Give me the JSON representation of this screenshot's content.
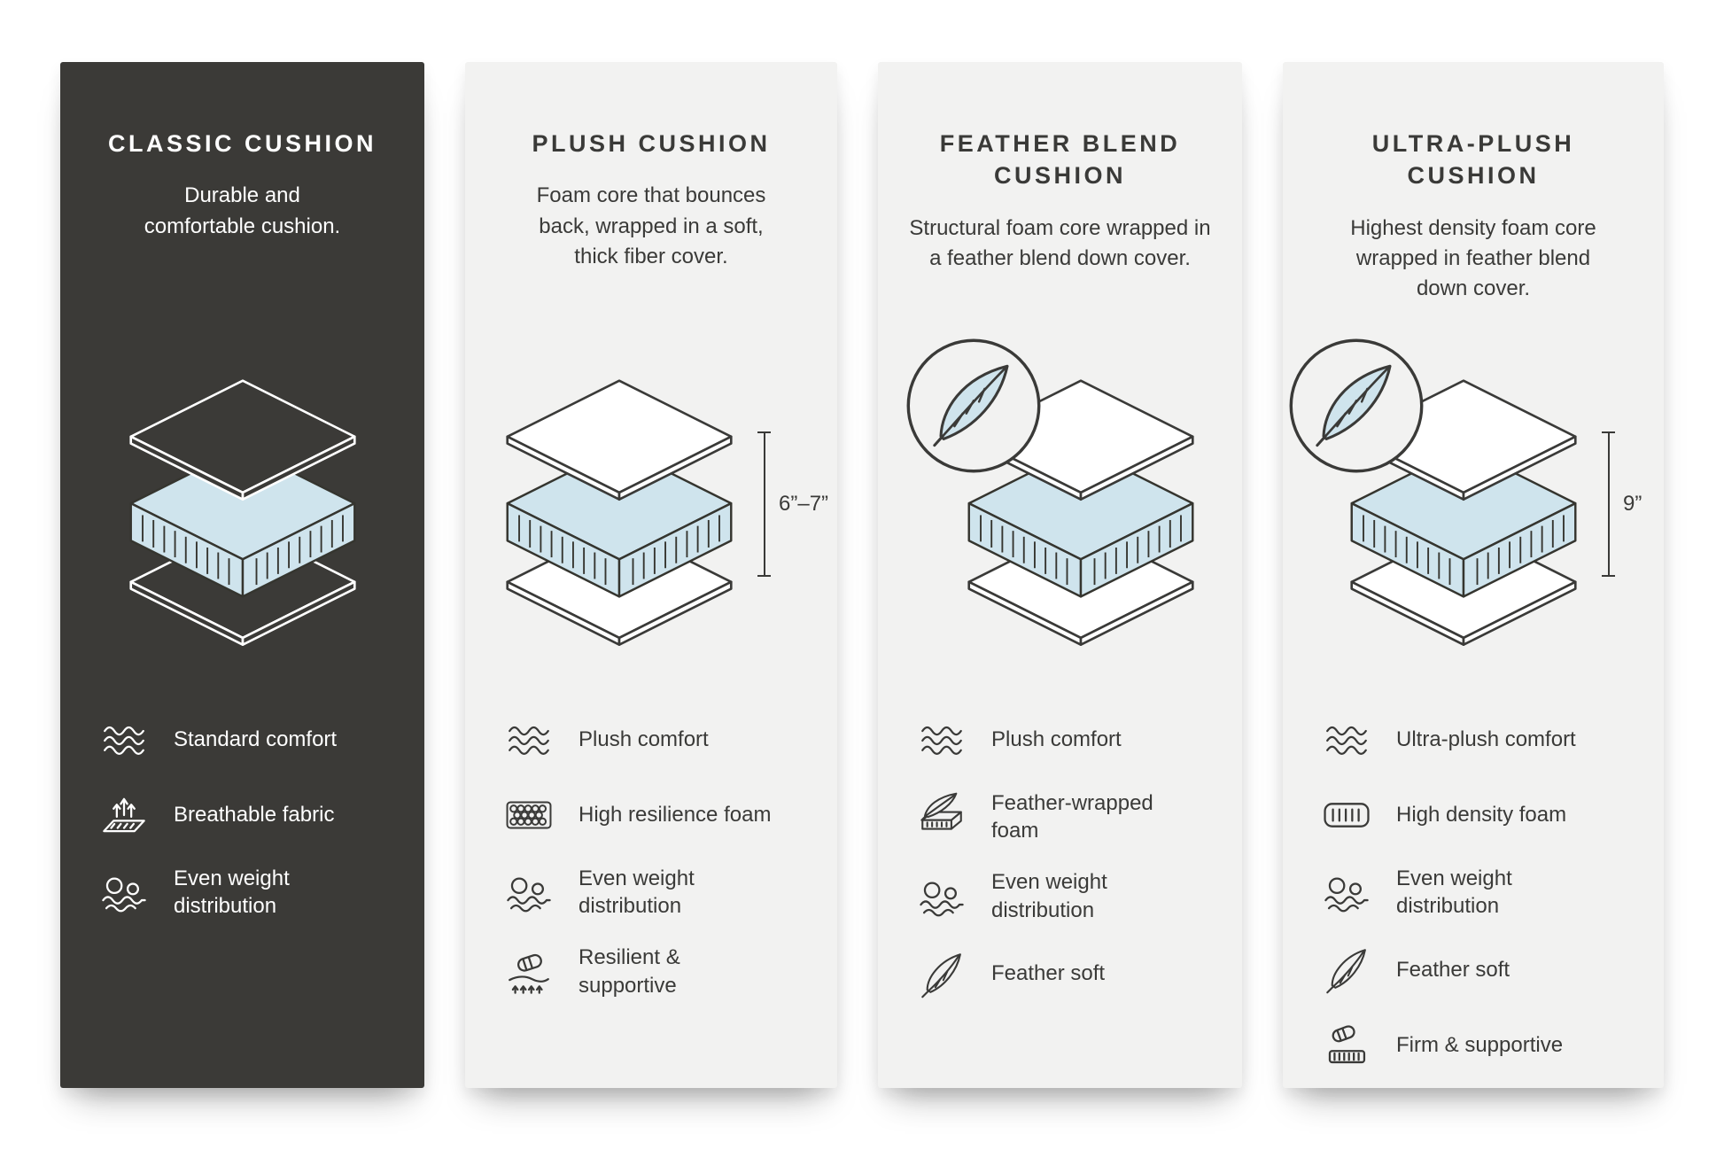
{
  "colors": {
    "page_bg": "#ffffff",
    "dark_panel_bg": "#3b3a37",
    "light_panel_bg": "#f2f2f1",
    "foam_blue": "#cfe4ed",
    "ink": "#3a3a38",
    "white": "#ffffff"
  },
  "panels": [
    {
      "id": "classic-cushion",
      "theme": "dark",
      "title": "CLASSIC CUSHION",
      "description": "Durable and comfortable cushion.",
      "measurement": "",
      "feather_badge": false,
      "features": [
        {
          "icon": "wave-comfort-icon",
          "label": "Standard comfort"
        },
        {
          "icon": "breathable-fabric-icon",
          "label": "Breathable fabric"
        },
        {
          "icon": "even-weight-icon",
          "label": "Even weight distribution"
        }
      ]
    },
    {
      "id": "plush-cushion",
      "theme": "light",
      "title": "PLUSH CUSHION",
      "description": "Foam core that bounces back, wrapped in a soft, thick fiber cover.",
      "measurement": "6”–7”",
      "feather_badge": false,
      "features": [
        {
          "icon": "wave-comfort-icon",
          "label": "Plush comfort"
        },
        {
          "icon": "resilience-foam-icon",
          "label": "High resilience foam"
        },
        {
          "icon": "even-weight-icon",
          "label": "Even weight distribution"
        },
        {
          "icon": "pressing-hand-icon",
          "label": "Resilient & supportive"
        }
      ]
    },
    {
      "id": "feather-blend-cushion",
      "theme": "light",
      "title": "FEATHER BLEND CUSHION",
      "description": "Structural foam core wrapped in a feather blend down cover.",
      "measurement": "",
      "feather_badge": true,
      "features": [
        {
          "icon": "wave-comfort-icon",
          "label": "Plush comfort"
        },
        {
          "icon": "feather-wrapped-foam-icon",
          "label": "Feather-wrapped foam"
        },
        {
          "icon": "even-weight-icon",
          "label": "Even weight distribution"
        },
        {
          "icon": "feather-icon",
          "label": "Feather soft"
        }
      ]
    },
    {
      "id": "ultra-plush-cushion",
      "theme": "light",
      "title": "ULTRA-PLUSH CUSHION",
      "description": "Highest density foam core wrapped in feather blend down cover.",
      "measurement": "9”",
      "feather_badge": true,
      "features": [
        {
          "icon": "wave-comfort-icon",
          "label": "Ultra-plush comfort"
        },
        {
          "icon": "density-foam-icon",
          "label": "High density foam"
        },
        {
          "icon": "even-weight-icon",
          "label": "Even weight distribution"
        },
        {
          "icon": "feather-icon",
          "label": "Feather soft"
        },
        {
          "icon": "firm-support-icon",
          "label": "Firm & supportive"
        }
      ]
    }
  ]
}
